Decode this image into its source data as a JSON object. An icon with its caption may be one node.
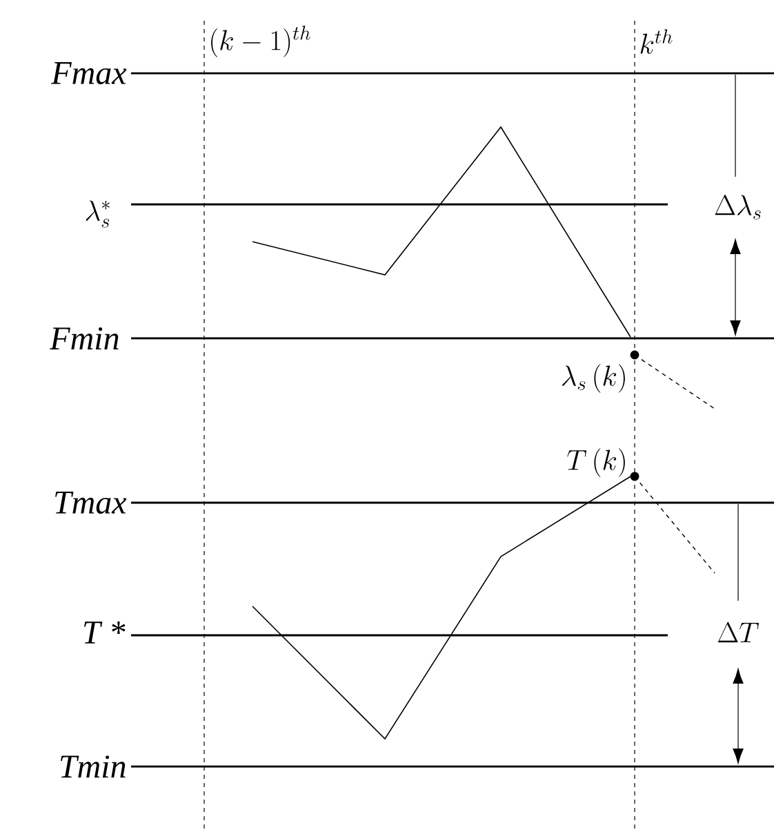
{
  "diagram": {
    "labels": [
      "(k-1)^{th}",
      "k^{th}",
      "Fmax",
      "\\lambda_s^*",
      "\\Delta\\lambda_s",
      "Fmin",
      "\\lambda_s\\left(k\\right)",
      "T\\left(k\\right)",
      "Tmax",
      "T *",
      "\\Delta T",
      "Tmin"
    ]
  }
}
